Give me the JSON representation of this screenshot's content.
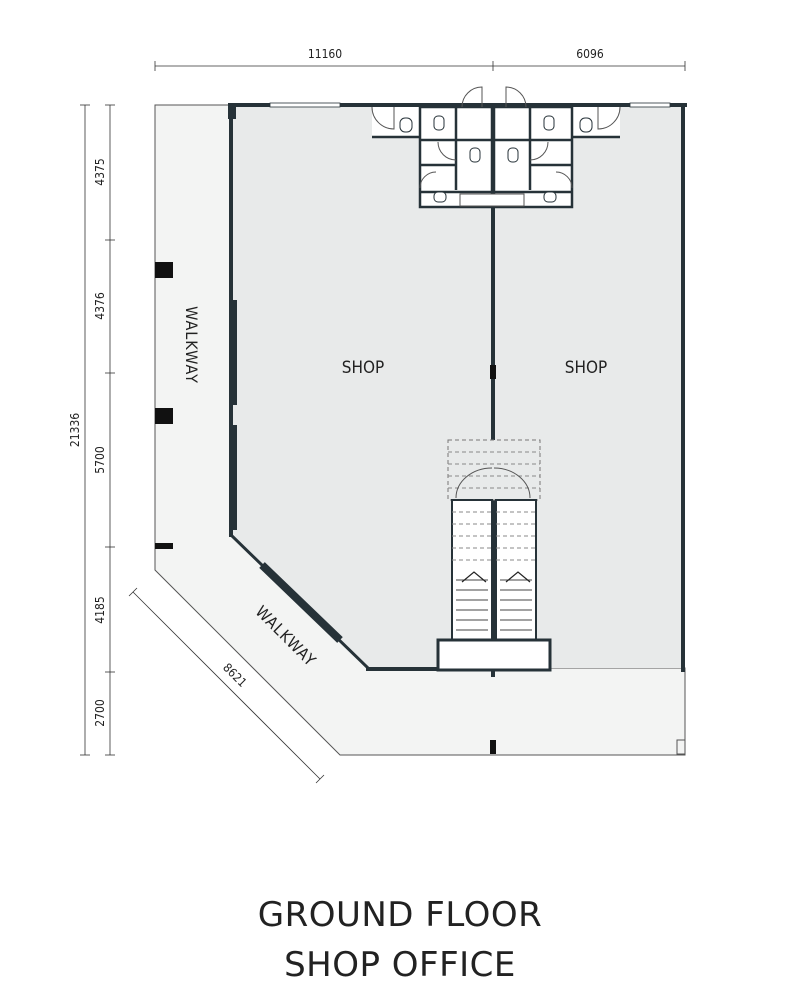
{
  "title": {
    "line1": "GROUND FLOOR",
    "line2": "SHOP OFFICE"
  },
  "dimensions": {
    "top": [
      "11160",
      "6096"
    ],
    "left_total": "21336",
    "left_segments": [
      "4375",
      "4376",
      "5700",
      "4185",
      "2700"
    ],
    "diagonal": "8621"
  },
  "labels": {
    "shop_left": "SHOP",
    "shop_right": "SHOP",
    "walkway_side": "WALKWAY",
    "walkway_diagonal": "WALKWAY"
  },
  "colors": {
    "floor": "#e8eaea",
    "walkway": "#f3f4f3",
    "wall": "#263238",
    "line": "#555555"
  }
}
